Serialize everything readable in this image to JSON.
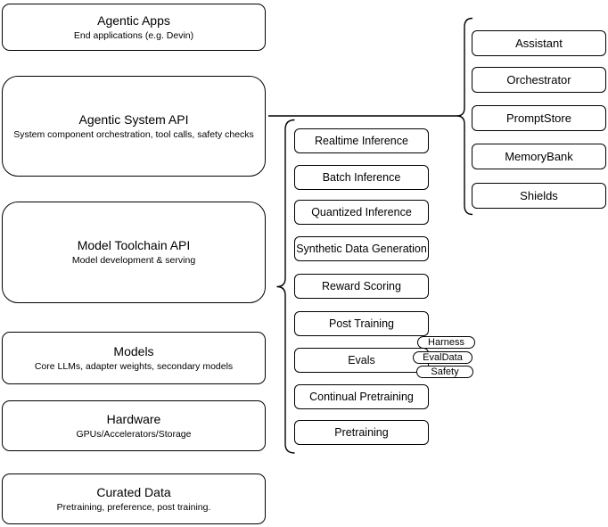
{
  "diagram": {
    "background": "#ffffff",
    "stroke_color": "#000000",
    "text_color": "#000000"
  },
  "left_stack": {
    "boxes": [
      {
        "title": "Agentic Apps",
        "subtitle": "End applications (e.g. Devin)"
      },
      {
        "title": "Agentic System API",
        "subtitle": "System component orchestration, tool calls, safety checks"
      },
      {
        "title": "Model Toolchain API",
        "subtitle": "Model development & serving"
      },
      {
        "title": "Models",
        "subtitle": "Core LLMs, adapter weights, secondary models"
      },
      {
        "title": "Hardware",
        "subtitle": "GPUs/Accelerators/Storage"
      },
      {
        "title": "Curated Data",
        "subtitle": "Pretraining, preference, post training."
      }
    ]
  },
  "toolchain_stack": {
    "items": [
      "Realtime Inference",
      "Batch Inference",
      "Quantized Inference",
      "Synthetic Data Generation",
      "Reward Scoring",
      "Post Training",
      "Evals",
      "Continual Pretraining",
      "Pretraining"
    ]
  },
  "eval_tags": {
    "items": [
      "Harness",
      "EvalData",
      "Safety"
    ]
  },
  "system_components": {
    "items": [
      "Assistant",
      "Orchestrator",
      "PromptStore",
      "MemoryBank",
      "Shields"
    ]
  }
}
